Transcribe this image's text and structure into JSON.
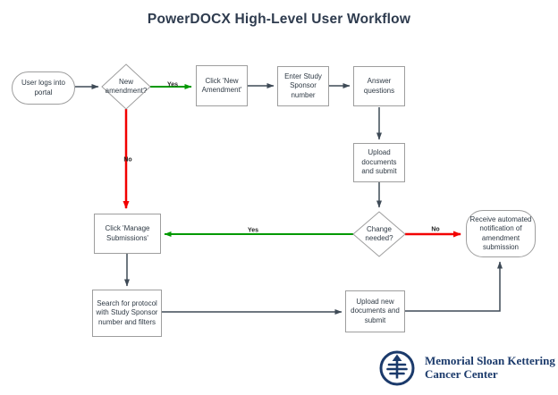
{
  "title": "PowerDOCX High-Level User Workflow",
  "nodes": {
    "start": {
      "label": "User logs into portal",
      "shape": "terminator"
    },
    "new_amendment": {
      "label": "New amendment?",
      "shape": "decision"
    },
    "click_new_amendment": {
      "label": "Click 'New Amendment'",
      "shape": "process"
    },
    "enter_study_sponsor": {
      "label": "Enter Study Sponsor number",
      "shape": "process"
    },
    "answer_questions": {
      "label": "Answer questions",
      "shape": "process"
    },
    "upload_documents": {
      "label": "Upload documents and submit",
      "shape": "process"
    },
    "change_needed": {
      "label": "Change needed?",
      "shape": "decision"
    },
    "receive_notification": {
      "label": "Receive automated notification of amendment submission",
      "shape": "terminator"
    },
    "manage_submissions": {
      "label": "Click 'Manage Submissions'",
      "shape": "process"
    },
    "search_protocol": {
      "label": "Search for protocol with Study Sponsor number and filters",
      "shape": "process"
    },
    "upload_new_documents": {
      "label": "Upload new documents and submit",
      "shape": "process"
    }
  },
  "edge_labels": {
    "new_amendment_yes": "Yes",
    "new_amendment_no": "No",
    "change_needed_yes": "Yes",
    "change_needed_no": "No"
  },
  "logo": {
    "line1": "Memorial Sloan Kettering",
    "line2": "Cancer Center"
  },
  "colors": {
    "green": "#009900",
    "red": "#f20000",
    "dark": "#3e4a56",
    "node_border": "#9e9e9e",
    "navy": "#1b3a6b",
    "title": "#2e3b4e"
  }
}
